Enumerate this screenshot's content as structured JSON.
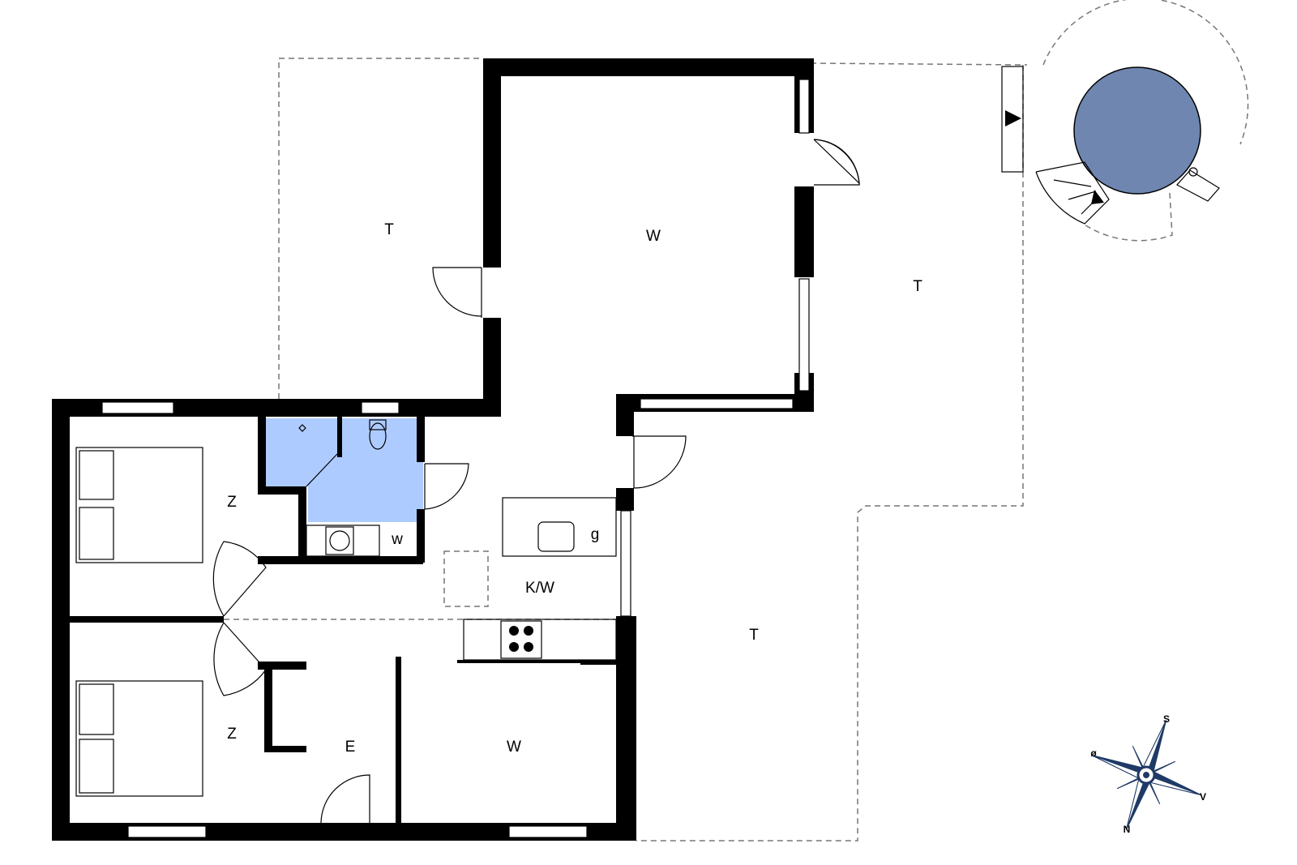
{
  "colors": {
    "bathroom": "#aecbff",
    "pool": "#6e86b0",
    "walls": "#000000",
    "compass": "#1f3a66"
  },
  "rooms": {
    "terrace_top": "T",
    "living_top": "W",
    "terrace_right_upper": "T",
    "terrace_right_lower": "T",
    "bedroom_upper": "Z",
    "bedroom_lower": "Z",
    "kitchen_living": "K/W",
    "washer": "w",
    "dishwasher": "g",
    "entrance": "E",
    "living_bottom": "W"
  },
  "compass": {
    "south": "S",
    "east": "ø",
    "west": "V",
    "north": "N"
  },
  "icons": [
    "compass-rose-icon",
    "toilet-icon",
    "sink-icon",
    "stove-icon",
    "bed-icon",
    "hot-tub-icon"
  ]
}
